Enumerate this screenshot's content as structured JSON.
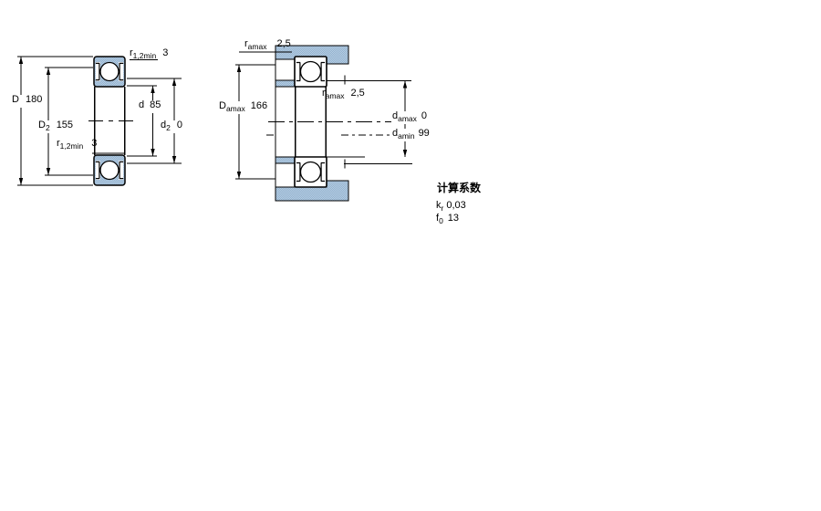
{
  "colors": {
    "steel_blue": "#92b2d0",
    "steel_blue_light": "#b7cde1",
    "line": "#000000"
  },
  "left_view": {
    "D": {
      "sym": "D",
      "sub": "",
      "val": "180"
    },
    "D2": {
      "sym": "D",
      "sub": "2",
      "val": "155"
    },
    "r12_top": {
      "sym": "r",
      "sub": "1,2min",
      "val": "3"
    },
    "d": {
      "sym": "d",
      "sub": "",
      "val": "85"
    },
    "d2": {
      "sym": "d",
      "sub": "2",
      "val": "0"
    },
    "r12_bottom": {
      "sym": "r",
      "sub": "1,2min",
      "val": "3"
    }
  },
  "right_view": {
    "ramax_top": {
      "sym": "r",
      "sub": "amax",
      "val": "2,5"
    },
    "Damax": {
      "sym": "D",
      "sub": "amax",
      "val": "166"
    },
    "ramax_mid": {
      "sym": "r",
      "sub": "amax",
      "val": "2,5"
    },
    "damax": {
      "sym": "d",
      "sub": "amax",
      "val": "0"
    },
    "damin": {
      "sym": "d",
      "sub": "amin",
      "val": "99"
    }
  },
  "calculation_factors": {
    "title": "计算系数",
    "kr": {
      "sym": "k",
      "sub": "r",
      "val": "0,03"
    },
    "f0": {
      "sym": "f",
      "sub": "0",
      "val": "13"
    }
  }
}
